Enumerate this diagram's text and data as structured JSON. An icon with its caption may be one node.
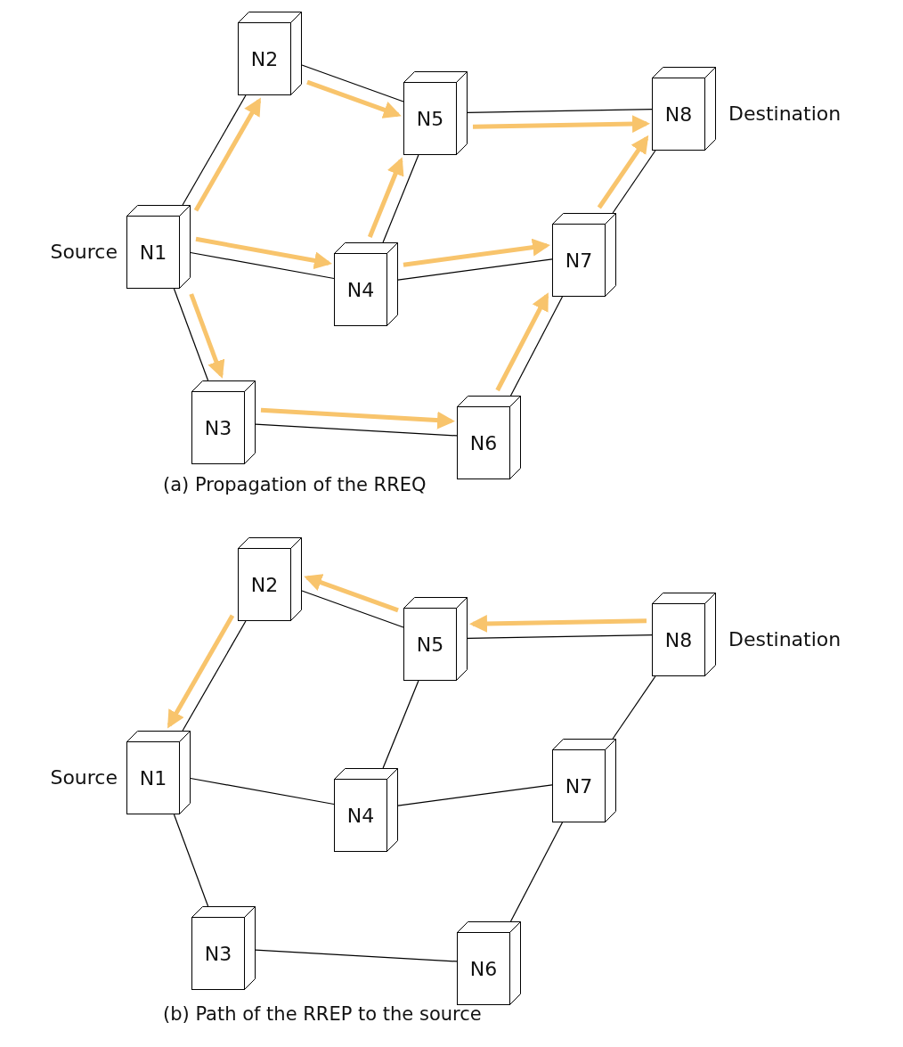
{
  "diagram": {
    "nodes": [
      {
        "text": [
          "N1"
        ],
        "beside": [
          "Source"
        ]
      },
      {
        "text": [
          "N2"
        ]
      },
      {
        "text": [
          "N3"
        ]
      },
      {
        "text": [
          "N4"
        ]
      },
      {
        "text": [
          "N5"
        ]
      },
      {
        "text": [
          "N6"
        ]
      },
      {
        "text": [
          "N7"
        ]
      },
      {
        "text": [
          "N8"
        ],
        "beside": [
          "Destination"
        ]
      },
      {
        "text": [
          "N1"
        ],
        "beside": [
          "Source"
        ]
      },
      {
        "text": [
          "N2"
        ]
      },
      {
        "text": [
          "N3"
        ]
      },
      {
        "text": [
          "N4"
        ]
      },
      {
        "text": [
          "N5"
        ]
      },
      {
        "text": [
          "N6"
        ]
      },
      {
        "text": [
          "N7"
        ]
      },
      {
        "text": [
          "N8"
        ],
        "beside": [
          "Destination"
        ]
      }
    ],
    "edges": [
      {
        "from": 0,
        "to": 1,
        "arrow": "none"
      },
      {
        "from": 0,
        "to": 3,
        "arrow": "none"
      },
      {
        "from": 0,
        "to": 2,
        "arrow": "none"
      },
      {
        "from": 1,
        "to": 4,
        "arrow": "none"
      },
      {
        "from": 4,
        "to": 7,
        "arrow": "none"
      },
      {
        "from": 3,
        "to": 4,
        "arrow": "none"
      },
      {
        "from": 3,
        "to": 6,
        "arrow": "none"
      },
      {
        "from": 6,
        "to": 7,
        "arrow": "none"
      },
      {
        "from": 2,
        "to": 5,
        "arrow": "none"
      },
      {
        "from": 5,
        "to": 6,
        "arrow": "none"
      },
      {
        "from": 0,
        "to": 1,
        "arrow": "to",
        "style": "thick",
        "color": "#f8c46c"
      },
      {
        "from": 1,
        "to": 4,
        "arrow": "to",
        "style": "thick",
        "color": "#f8c46c"
      },
      {
        "from": 0,
        "to": 3,
        "arrow": "to",
        "style": "thick",
        "color": "#f8c46c"
      },
      {
        "from": 3,
        "to": 4,
        "arrow": "to",
        "style": "thick",
        "color": "#f8c46c"
      },
      {
        "from": 4,
        "to": 7,
        "arrow": "to",
        "style": "thick",
        "color": "#f8c46c"
      },
      {
        "from": 3,
        "to": 6,
        "arrow": "to",
        "style": "thick",
        "color": "#f8c46c"
      },
      {
        "from": 6,
        "to": 7,
        "arrow": "to",
        "style": "thick",
        "color": "#f8c46c"
      },
      {
        "from": 0,
        "to": 2,
        "arrow": "to",
        "style": "thick",
        "color": "#f8c46c"
      },
      {
        "from": 2,
        "to": 5,
        "arrow": "to",
        "style": "thick",
        "color": "#f8c46c"
      },
      {
        "from": 5,
        "to": 6,
        "arrow": "to",
        "style": "thick",
        "color": "#f8c46c"
      },
      {
        "from": 8,
        "to": 9,
        "arrow": "none"
      },
      {
        "from": 8,
        "to": 11,
        "arrow": "none"
      },
      {
        "from": 8,
        "to": 10,
        "arrow": "none"
      },
      {
        "from": 9,
        "to": 12,
        "arrow": "none"
      },
      {
        "from": 12,
        "to": 15,
        "arrow": "none"
      },
      {
        "from": 11,
        "to": 12,
        "arrow": "none"
      },
      {
        "from": 11,
        "to": 14,
        "arrow": "none"
      },
      {
        "from": 14,
        "to": 15,
        "arrow": "none"
      },
      {
        "from": 10,
        "to": 13,
        "arrow": "none"
      },
      {
        "from": 13,
        "to": 14,
        "arrow": "none"
      },
      {
        "from": 15,
        "to": 12,
        "arrow": "to",
        "style": "thick",
        "color": "#f8c46c"
      },
      {
        "from": 12,
        "to": 9,
        "arrow": "to",
        "style": "thick",
        "color": "#f8c46c"
      },
      {
        "from": 9,
        "to": 8,
        "arrow": "to",
        "style": "thick",
        "color": "#f8c46c"
      }
    ],
    "labels": [
      "(a) Propagation of the RREQ",
      "(b) Path of the RREP to the source"
    ]
  }
}
